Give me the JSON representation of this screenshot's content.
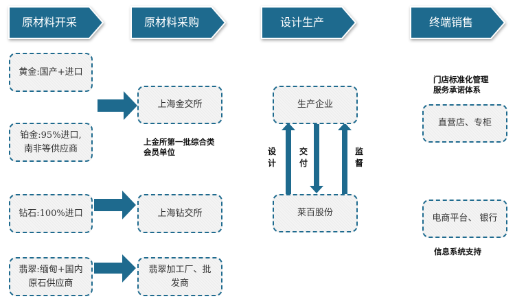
{
  "stages": [
    {
      "label": "原材料开采"
    },
    {
      "label": "原材料采购"
    },
    {
      "label": "设计生产"
    },
    {
      "label": "终端销售"
    }
  ],
  "sources": [
    {
      "text": "黄金:国产+进口"
    },
    {
      "text": "铂金:95%进口,\n南非等供应商"
    },
    {
      "text": "钻石:100%进口"
    },
    {
      "text": "翡翠:缅甸+国内\n原石供应商"
    }
  ],
  "procurement": [
    {
      "text": "上海金交所"
    },
    {
      "text": "上海钻交所"
    },
    {
      "text": "翡翠加工厂、批\n发商"
    }
  ],
  "procurement_note": "上金所第一批综合类\n会员单位",
  "production": {
    "top": "生产企业",
    "bottom": "莱百股份",
    "flows": [
      {
        "label": "设计",
        "direction": "up"
      },
      {
        "label": "交付",
        "direction": "down"
      },
      {
        "label": "监督",
        "direction": "up"
      }
    ]
  },
  "retail": {
    "top_note": "门店标准化管理\n服务承诺体系",
    "channels": [
      {
        "text": "直营店、专柜"
      },
      {
        "text": "电商平台、 银行"
      }
    ],
    "bottom_note": "信息系统支持"
  },
  "colors": {
    "accent": "#1e6a8e",
    "box_border": "#1e6a8e"
  }
}
